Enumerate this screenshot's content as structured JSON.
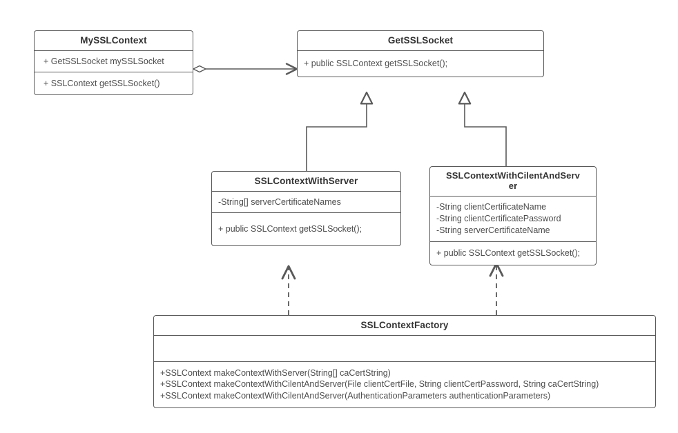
{
  "diagram": {
    "type": "uml-class-diagram",
    "background": "#ffffff",
    "line_color": "#595959",
    "text_color": "#4d4d4d",
    "classes": [
      {
        "id": "mysslcontext",
        "name": "MySSLContext",
        "attributes": [
          "+ GetSSLSocket mySSLSocket"
        ],
        "operations": [
          "+ SSLContext getSSLSocket()"
        ]
      },
      {
        "id": "getsslsocket",
        "name": "GetSSLSocket",
        "attributes": [],
        "operations": [
          "+ public SSLContext getSSLSocket();"
        ]
      },
      {
        "id": "withserver",
        "name": "SSLContextWithServer",
        "attributes": [
          "-String[] serverCertificateNames"
        ],
        "operations": [
          "+ public SSLContext getSSLSocket();"
        ]
      },
      {
        "id": "clientserver",
        "name": "SSLContextWithCilentAndServer",
        "name_line1": "SSLContextWithCilentAndServ",
        "name_line2": "er",
        "attributes": [
          "-String clientCertificateName",
          "-String clientCertificatePassword",
          "-String serverCertificateName"
        ],
        "operations": [
          "+ public SSLContext getSSLSocket();"
        ]
      },
      {
        "id": "factory",
        "name": "SSLContextFactory",
        "attributes": [],
        "operations": [
          "+SSLContext makeContextWithServer(String[] caCertString)",
          "+SSLContext makeContextWithCilentAndServer(File clientCertFile, String clientCertPassword, String caCertString)",
          "+SSLContext makeContextWithCilentAndServer(AuthenticationParameters authenticationParameters)"
        ]
      }
    ],
    "relationships": [
      {
        "kind": "aggregation",
        "source": "mysslcontext",
        "target": "getsslsocket",
        "style": "solid",
        "source_decoration": "hollow-diamond",
        "target_decoration": "open-arrow"
      },
      {
        "kind": "generalization",
        "source": "withserver",
        "target": "getsslsocket",
        "style": "solid",
        "target_decoration": "hollow-triangle"
      },
      {
        "kind": "generalization",
        "source": "clientserver",
        "target": "getsslsocket",
        "style": "solid",
        "target_decoration": "hollow-triangle"
      },
      {
        "kind": "dependency",
        "source": "factory",
        "target": "withserver",
        "style": "dashed",
        "target_decoration": "open-arrow"
      },
      {
        "kind": "dependency",
        "source": "factory",
        "target": "clientserver",
        "style": "dashed",
        "target_decoration": "open-arrow"
      }
    ]
  }
}
